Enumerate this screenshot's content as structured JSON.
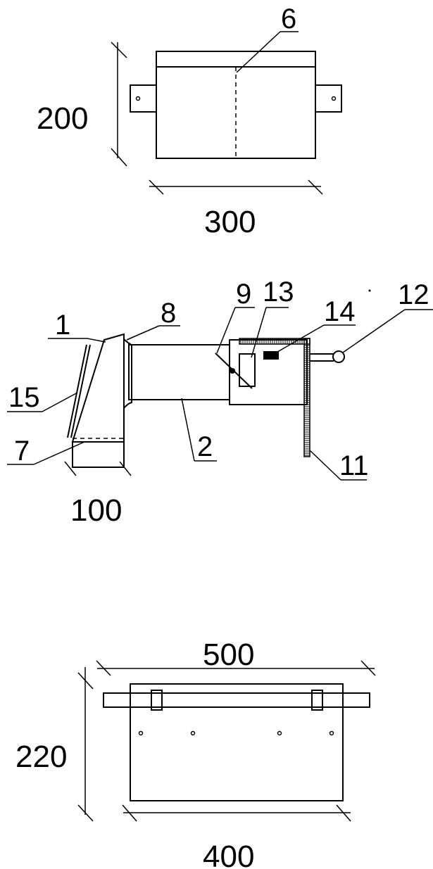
{
  "views": {
    "top_view": {
      "dim_height": "200",
      "dim_width": "300",
      "label_6": "6"
    },
    "side_view": {
      "label_1": "1",
      "label_2": "2",
      "label_7": "7",
      "label_8": "8",
      "label_9": "9",
      "label_11": "11",
      "label_12": "12",
      "label_13": "13",
      "label_14": "14",
      "label_15": "15",
      "dim_width": "100"
    },
    "bottom_view": {
      "dim_top": "500",
      "dim_height": "220",
      "dim_bottom": "400"
    }
  }
}
